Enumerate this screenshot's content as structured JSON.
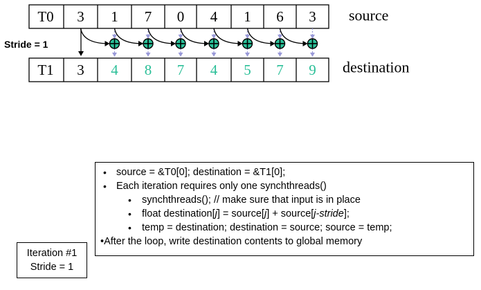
{
  "top_array": {
    "label": "T0",
    "values": [
      "3",
      "1",
      "7",
      "0",
      "4",
      "1",
      "6",
      "3"
    ],
    "caption": "source"
  },
  "bottom_array": {
    "label": "T1",
    "values": [
      "3",
      "4",
      "8",
      "7",
      "4",
      "5",
      "7",
      "9"
    ],
    "caption": "destination"
  },
  "stride_label": "Stride = 1",
  "plus_symbol": "+",
  "colors": {
    "computed_value": "#2bbf98",
    "adder_fill": "#2bbf98",
    "dashed_arrow": "#9a9ad8",
    "line": "#000000"
  },
  "code_box": {
    "lines": [
      {
        "bullet": "•",
        "text": "source = &T0[0]; destination = &T1[0];"
      },
      {
        "bullet": "•",
        "text": "Each iteration requires only one synchthreads()"
      },
      {
        "bullet": "•",
        "text": "synchthreads(); // make sure that input is in place"
      },
      {
        "bullet": "•",
        "text_parts": [
          "float destination[",
          "j",
          "] = source[",
          "j",
          "] + source[",
          "j-stride",
          "];"
        ]
      },
      {
        "bullet": "•",
        "text": "temp = destination; destination = source; source = temp;"
      },
      {
        "text": "•After the loop, write destination contents to global memory"
      }
    ]
  },
  "iteration_box": {
    "line1": "Iteration #1",
    "line2": "Stride = 1"
  }
}
